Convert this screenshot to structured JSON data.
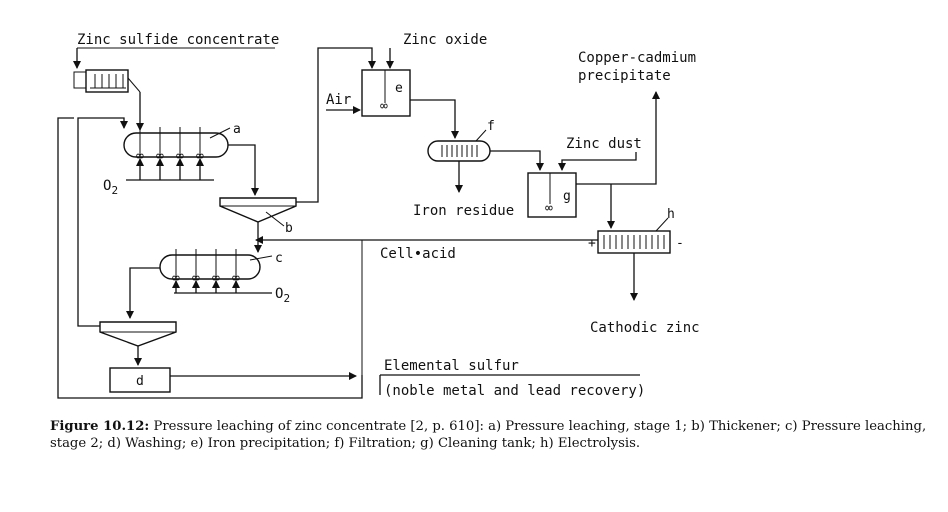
{
  "labels": {
    "feed": "Zinc sulfide concentrate",
    "zinc_oxide": "Zinc oxide",
    "air": "Air",
    "oxygen_1": "O",
    "oxygen_2": "O",
    "oxygen_sub": "2",
    "iron_residue": "Iron residue",
    "zinc_dust": "Zinc dust",
    "copper_cadmium_1": "Copper-cadmium",
    "copper_cadmium_2": "precipitate",
    "cell_acid": "Cell•acid",
    "cathodic_zinc": "Cathodic zinc",
    "elemental_sulfur": "Elemental sulfur",
    "noble_metal": "(noble metal and lead recovery)",
    "plus": "+",
    "minus": "-"
  },
  "units": {
    "a": "a",
    "b": "b",
    "c": "c",
    "d": "d",
    "e": "e",
    "f": "f",
    "g": "g",
    "h": "h"
  },
  "caption": {
    "label": "Figure 10.12:",
    "text": " Pressure leaching of zinc concentrate [2, p. 610]: a) Pressure leaching, stage 1; b) Thickener; c) Pressure leaching, stage 2; d) Washing; e) Iron precipitation; f) Filtration; g) Cleaning tank; h) Electrolysis."
  }
}
